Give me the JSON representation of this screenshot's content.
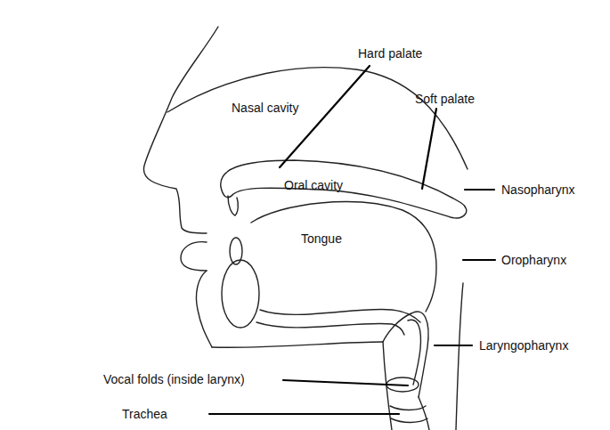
{
  "diagram": {
    "labels": [
      "Hard palate",
      "Nasal cavity",
      "Soft palate",
      "Oral cavity",
      "Nasopharynx",
      "Tongue",
      "Oropharynx",
      "Laryngopharynx",
      "Vocal folds (inside larynx)",
      "Trachea"
    ]
  }
}
